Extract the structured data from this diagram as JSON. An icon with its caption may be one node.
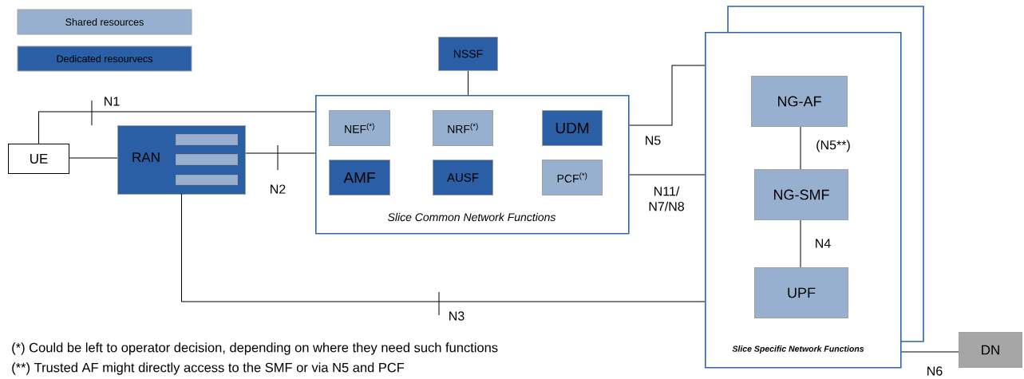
{
  "diagram": {
    "nodes": [
      {
        "text": [
          "UE"
        ]
      },
      {
        "text": [
          "RAN"
        ]
      },
      {
        "text": [],
        "shape": "bar",
        "in": 1
      },
      {
        "text": [],
        "shape": "bar",
        "in": 1
      },
      {
        "text": [],
        "shape": "bar",
        "in": 1
      },
      {
        "text": [
          "Slice Common Network Functions"
        ]
      },
      {
        "text": [
          "NEF$^{(*)}$"
        ],
        "in": 5
      },
      {
        "text": [
          "NRF$^{(*)}$"
        ],
        "in": 5
      },
      {
        "text": [
          "UDM"
        ],
        "in": 5
      },
      {
        "text": [
          "AMF"
        ],
        "in": 5
      },
      {
        "text": [
          "AUSF"
        ],
        "in": 5
      },
      {
        "text": [
          "PCF$^{(*)}$"
        ],
        "in": 5
      },
      {
        "text": [
          "NSSF"
        ]
      },
      {
        "text": [
          "Slice Specific Network Functions"
        ]
      },
      {
        "text": [
          "NG-AF"
        ],
        "in": 13
      },
      {
        "text": [
          "NG-SMF"
        ],
        "in": 13
      },
      {
        "text": [
          "UPF"
        ],
        "in": 13
      },
      {
        "text": [
          "DN"
        ]
      }
    ],
    "edges": [
      {
        "from": 0,
        "to": 1,
        "arrow": "none"
      },
      {
        "from": 0,
        "to": 5,
        "arrow": "none",
        "label": "N1"
      },
      {
        "from": 1,
        "to": 5,
        "arrow": "none",
        "label": "N2"
      },
      {
        "from": 1,
        "to": 13,
        "arrow": "none",
        "label": "N3"
      },
      {
        "from": 12,
        "to": 5,
        "arrow": "none"
      },
      {
        "from": 5,
        "to": 13,
        "arrow": "none",
        "label": "N5"
      },
      {
        "from": 5,
        "to": 13,
        "arrow": "none",
        "label": "N11/ N7/N8"
      },
      {
        "from": 14,
        "to": 15,
        "arrow": "none",
        "label": "(N5**)"
      },
      {
        "from": 15,
        "to": 16,
        "arrow": "none",
        "label": "N4"
      },
      {
        "from": 13,
        "to": 17,
        "arrow": "none",
        "label": "N6"
      }
    ],
    "labels": [
      "(*) Could be left to operator decision, depending on where they need such functions",
      "(**) Trusted AF might directly access to the SMF or via N5 and PCF"
    ],
    "legend": [
      {
        "text": "Shared resources",
        "color": "#98b0d0"
      },
      {
        "text": "Dedicated resourvecs",
        "color": "#2a5fa5"
      }
    ]
  }
}
